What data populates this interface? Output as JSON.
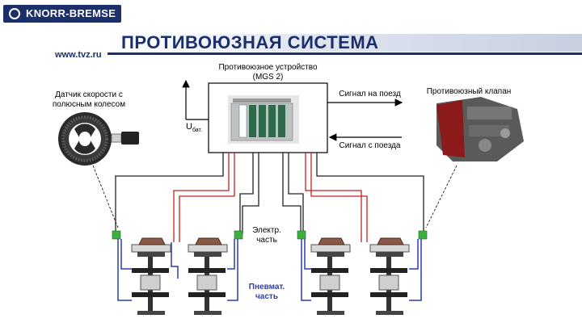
{
  "header": {
    "brand": "KNORR-BREMSE",
    "url": "www.tvz.ru",
    "title": "ПРОТИВОЮЗНАЯ СИСТЕМА"
  },
  "device": {
    "title_line1": "Противоюзное устройство",
    "title_line2": "(MGS 2)"
  },
  "labels": {
    "sensor_line1": "Датчик скорости с",
    "sensor_line2": "полюсным колесом",
    "signal_out": "Сигнал на поезд",
    "signal_in": "Сигнал с поезда",
    "valve": "Противоюзный клапан",
    "u_main": "U",
    "u_sub": "бат.",
    "electric_line1": "Электр.",
    "electric_line2": "часть",
    "pneumatic_line1": "Пневмат.",
    "pneumatic_line2": "часть"
  },
  "colors": {
    "brand_blue": "#1b2f6b",
    "wire_red": "#c81e1e",
    "wire_black": "#222222",
    "pneumatic_blue": "#2a3fb0",
    "connector_green": "#3fae3f",
    "valve_red": "#8c1a1a",
    "brake_shoe": "#8a5a48"
  }
}
